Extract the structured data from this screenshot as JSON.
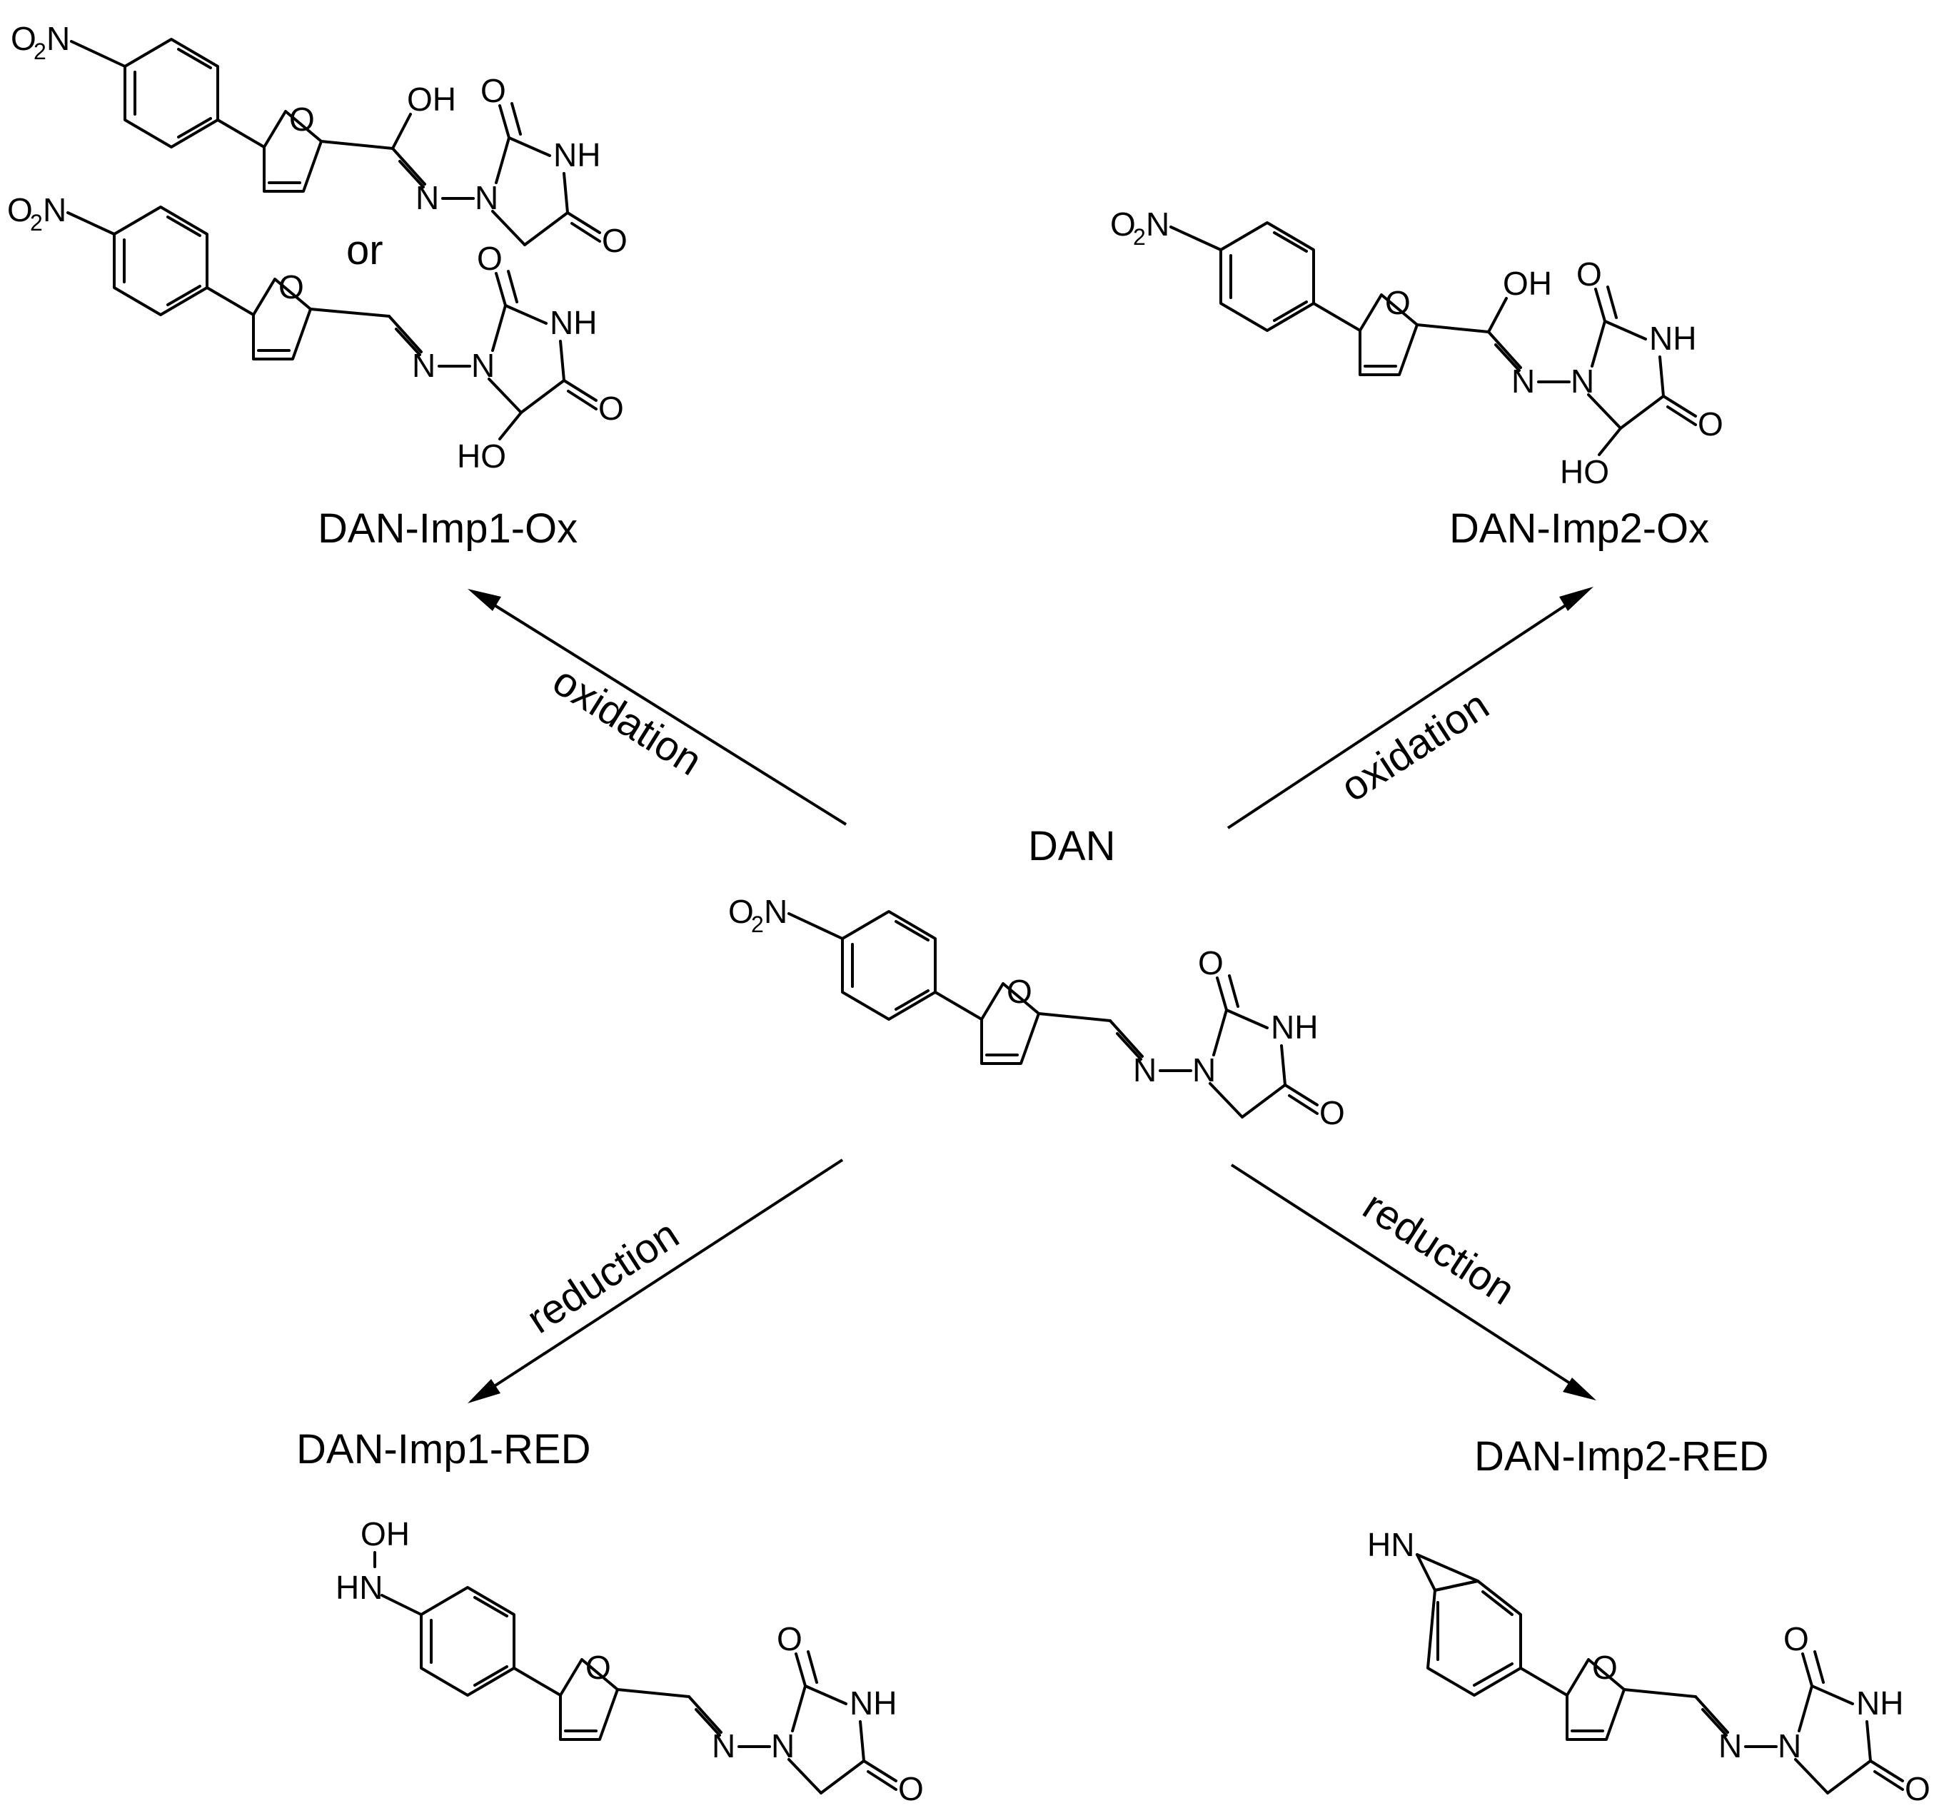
{
  "labels": {
    "center": "DAN",
    "top_left": "DAN-Imp1-Ox",
    "top_right": "DAN-Imp2-Ox",
    "bottom_left": "DAN-Imp1-RED",
    "bottom_right": "DAN-Imp2-RED",
    "or": "or"
  },
  "arrows": {
    "top_left": "oxidation",
    "top_right": "oxidation",
    "bottom_left": "reduction",
    "bottom_right": "reduction"
  },
  "atoms": {
    "nitro_O": "O",
    "nitro_sub": "2",
    "nitro_N": "N",
    "furan_O": "O",
    "carbonyl_O": "O",
    "imide_NH": "NH",
    "ring_N": "N",
    "imine_N": "N",
    "OH": "OH",
    "HO": "HO",
    "HN": "HN"
  }
}
